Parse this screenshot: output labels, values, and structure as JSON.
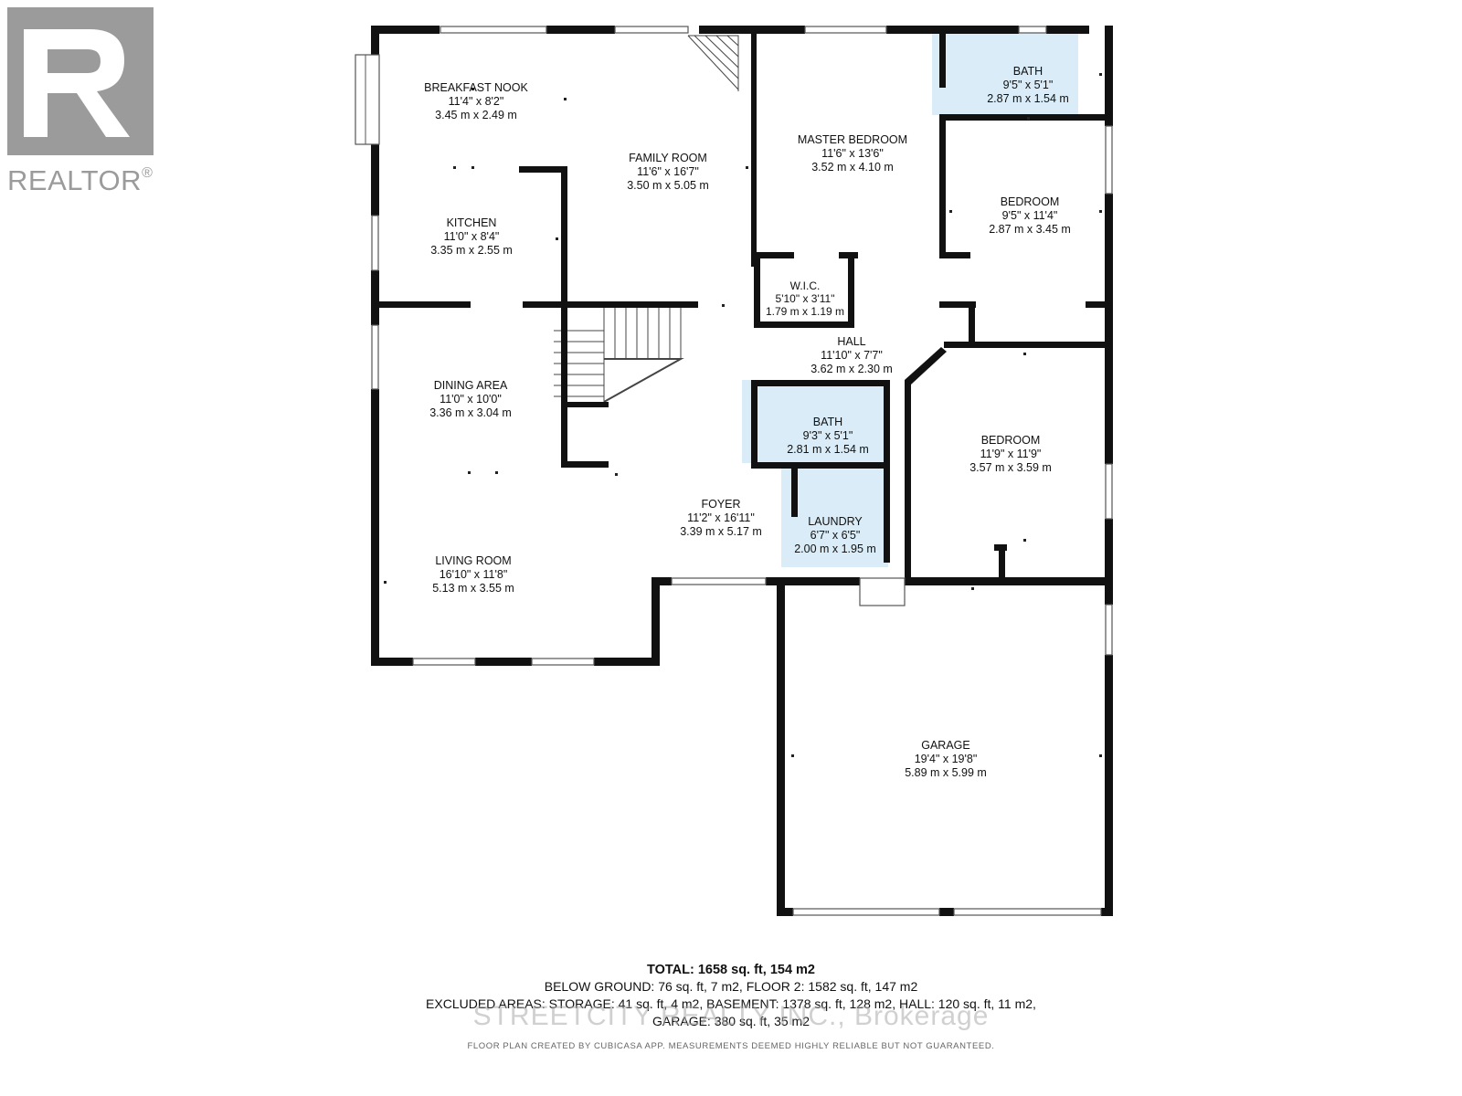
{
  "logo": {
    "text": "REALTOR",
    "mark": "®",
    "color": "#9b9b9b"
  },
  "rooms": [
    {
      "id": "breakfast-nook",
      "name": "BREAKFAST NOOK",
      "imperial": "11'4\" x 8'2\"",
      "metric": "3.45 m x 2.49 m"
    },
    {
      "id": "family-room",
      "name": "FAMILY ROOM",
      "imperial": "11'6\" x 16'7\"",
      "metric": "3.50 m x 5.05 m"
    },
    {
      "id": "master-bedroom",
      "name": "MASTER BEDROOM",
      "imperial": "11'6\" x 13'6\"",
      "metric": "3.52 m x 4.10 m"
    },
    {
      "id": "bath-upper",
      "name": "BATH",
      "imperial": "9'5\" x 5'1\"",
      "metric": "2.87 m x 1.54 m",
      "fill": "#d9ecf8"
    },
    {
      "id": "bedroom-upper",
      "name": "BEDROOM",
      "imperial": "9'5\" x 11'4\"",
      "metric": "2.87 m x 3.45 m"
    },
    {
      "id": "kitchen",
      "name": "KITCHEN",
      "imperial": "11'0\" x 8'4\"",
      "metric": "3.35 m x 2.55 m"
    },
    {
      "id": "wic",
      "name": "W.I.C.",
      "imperial": "5'10\" x 3'11\"",
      "metric": "1.79 m x 1.19 m"
    },
    {
      "id": "hall",
      "name": "HALL",
      "imperial": "11'10\" x 7'7\"",
      "metric": "3.62 m x 2.30 m"
    },
    {
      "id": "dining-area",
      "name": "DINING AREA",
      "imperial": "11'0\" x 10'0\"",
      "metric": "3.36 m x 3.04 m"
    },
    {
      "id": "bath-middle",
      "name": "BATH",
      "imperial": "9'3\" x 5'1\"",
      "metric": "2.81 m x 1.54 m",
      "fill": "#d9ecf8"
    },
    {
      "id": "bedroom-lower",
      "name": "BEDROOM",
      "imperial": "11'9\" x 11'9\"",
      "metric": "3.57 m x 3.59 m"
    },
    {
      "id": "foyer",
      "name": "FOYER",
      "imperial": "11'2\" x 16'11\"",
      "metric": "3.39 m x 5.17 m"
    },
    {
      "id": "laundry",
      "name": "LAUNDRY",
      "imperial": "6'7\" x 6'5\"",
      "metric": "2.00 m x 1.95 m",
      "fill": "#d9ecf8"
    },
    {
      "id": "living-room",
      "name": "LIVING ROOM",
      "imperial": "16'10\" x 11'8\"",
      "metric": "5.13 m x 3.55 m"
    },
    {
      "id": "garage",
      "name": "GARAGE",
      "imperial": "19'4\" x 19'8\"",
      "metric": "5.89 m x 5.99 m"
    }
  ],
  "summary": {
    "total": "TOTAL: 1658 sq. ft, 154 m2",
    "line1": "BELOW GROUND: 76 sq. ft, 7 m2, FLOOR 2: 1582 sq. ft, 147 m2",
    "line2": "EXCLUDED AREAS: STORAGE: 41 sq. ft, 4 m2, BASEMENT: 1378 sq. ft, 128 m2, HALL: 120 sq. ft, 11 m2,",
    "line3": "GARAGE: 380 sq. ft, 35 m2"
  },
  "watermark": "STREETCITY REALTY INC., Brokerage",
  "disclaimer": "FLOOR PLAN CREATED BY CUBICASA APP. MEASUREMENTS DEEMED HIGHLY RELIABLE BUT NOT GUARANTEED."
}
